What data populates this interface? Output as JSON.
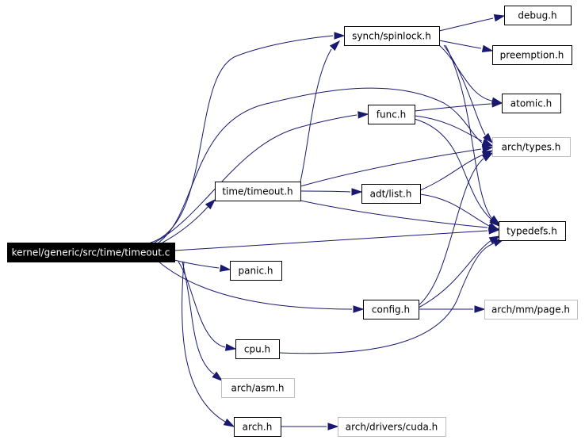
{
  "graph": {
    "nodes": [
      {
        "id": "root",
        "label": "kernel/generic/src/time/timeout.c",
        "kind": "root"
      },
      {
        "id": "spinlock",
        "label": "synch/spinlock.h",
        "kind": "local"
      },
      {
        "id": "debug",
        "label": "debug.h",
        "kind": "local"
      },
      {
        "id": "preemption",
        "label": "preemption.h",
        "kind": "local"
      },
      {
        "id": "atomic",
        "label": "atomic.h",
        "kind": "local"
      },
      {
        "id": "func",
        "label": "func.h",
        "kind": "local"
      },
      {
        "id": "archtypes",
        "label": "arch/types.h",
        "kind": "external"
      },
      {
        "id": "timeout",
        "label": "time/timeout.h",
        "kind": "local"
      },
      {
        "id": "list",
        "label": "adt/list.h",
        "kind": "local"
      },
      {
        "id": "typedefs",
        "label": "typedefs.h",
        "kind": "local"
      },
      {
        "id": "panic",
        "label": "panic.h",
        "kind": "local"
      },
      {
        "id": "config",
        "label": "config.h",
        "kind": "local"
      },
      {
        "id": "mmpage",
        "label": "arch/mm/page.h",
        "kind": "external"
      },
      {
        "id": "cpu",
        "label": "cpu.h",
        "kind": "local"
      },
      {
        "id": "asm",
        "label": "arch/asm.h",
        "kind": "external"
      },
      {
        "id": "arch",
        "label": "arch.h",
        "kind": "local"
      },
      {
        "id": "cuda",
        "label": "arch/drivers/cuda.h",
        "kind": "external"
      }
    ],
    "edges": [
      {
        "from": "root",
        "to": "spinlock"
      },
      {
        "from": "root",
        "to": "func"
      },
      {
        "from": "root",
        "to": "archtypes"
      },
      {
        "from": "root",
        "to": "timeout"
      },
      {
        "from": "root",
        "to": "typedefs"
      },
      {
        "from": "root",
        "to": "panic"
      },
      {
        "from": "root",
        "to": "config"
      },
      {
        "from": "root",
        "to": "cpu"
      },
      {
        "from": "root",
        "to": "asm"
      },
      {
        "from": "root",
        "to": "arch"
      },
      {
        "from": "spinlock",
        "to": "debug"
      },
      {
        "from": "spinlock",
        "to": "preemption"
      },
      {
        "from": "spinlock",
        "to": "atomic"
      },
      {
        "from": "spinlock",
        "to": "archtypes"
      },
      {
        "from": "spinlock",
        "to": "typedefs"
      },
      {
        "from": "func",
        "to": "atomic"
      },
      {
        "from": "func",
        "to": "archtypes"
      },
      {
        "from": "func",
        "to": "typedefs"
      },
      {
        "from": "timeout",
        "to": "spinlock"
      },
      {
        "from": "timeout",
        "to": "list"
      },
      {
        "from": "timeout",
        "to": "archtypes"
      },
      {
        "from": "timeout",
        "to": "typedefs"
      },
      {
        "from": "list",
        "to": "archtypes"
      },
      {
        "from": "list",
        "to": "typedefs"
      },
      {
        "from": "config",
        "to": "mmpage"
      },
      {
        "from": "config",
        "to": "archtypes"
      },
      {
        "from": "config",
        "to": "typedefs"
      },
      {
        "from": "cpu",
        "to": "typedefs"
      },
      {
        "from": "arch",
        "to": "cuda"
      }
    ]
  },
  "colors": {
    "edge": "#191970",
    "node_border": "#000000",
    "external_border": "#bfbfbf",
    "root_fill": "#000000",
    "root_text": "#ffffff"
  }
}
